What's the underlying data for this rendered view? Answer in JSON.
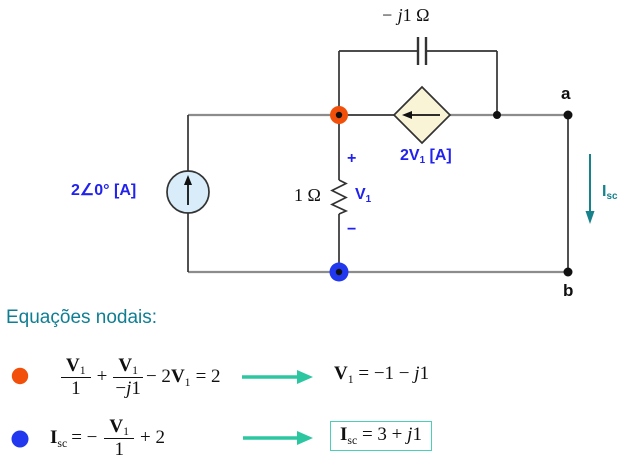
{
  "colors": {
    "blue_label": "#2222EE",
    "teal_title": "#0F7E93",
    "teal_isc": "#17828C",
    "arrow_green": "#2CC7A0",
    "result_box_border": "#4BCFB6",
    "node_orange": "#F2500A",
    "node_blue": "#2238EE",
    "source_fill": "#D8EDF9",
    "diamond_fill": "#F9F4D6",
    "wire_gray": "#8C8C8C",
    "wire_dark": "#333333"
  },
  "circuit": {
    "capacitor_label": {
      "prefix": "− j",
      "rest": "1 Ω"
    },
    "current_source_label": "2∠0° [A]",
    "resistor_label": "1 Ω",
    "plus_sign": "+",
    "minus_sign": "−",
    "v1": {
      "base": "V",
      "sub": "1"
    },
    "dependent_source_label": {
      "coeff": "2",
      "base": "V",
      "sub": "1",
      "suffix": " [A]"
    },
    "terminal_a": "a",
    "terminal_b": "b",
    "isc": {
      "base": "I",
      "sub": "sc"
    }
  },
  "equations": {
    "title": "Equações nodais:",
    "eq1": {
      "num1": {
        "base": "V",
        "sub": "1"
      },
      "den1": "1",
      "plus": "+",
      "num2": {
        "base": "V",
        "sub": "1"
      },
      "den2": {
        "minus": "−",
        "j": "j",
        "one": "1"
      },
      "term3": {
        "coeff": "− 2",
        "base": "V",
        "sub": "1"
      },
      "rhs": "= 2"
    },
    "eq1_result": {
      "base": "V",
      "sub": "1",
      "mid": " = −1 − ",
      "j": "j",
      "one": "1"
    },
    "eq2": {
      "base": "I",
      "sub": "sc",
      "mid": "= −",
      "num": {
        "base": "V",
        "sub": "1"
      },
      "den": "1",
      "tail": "+ 2"
    },
    "eq2_result": {
      "base": "I",
      "sub": "sc",
      "mid": " = 3 + ",
      "j": "j",
      "one": "1"
    }
  }
}
